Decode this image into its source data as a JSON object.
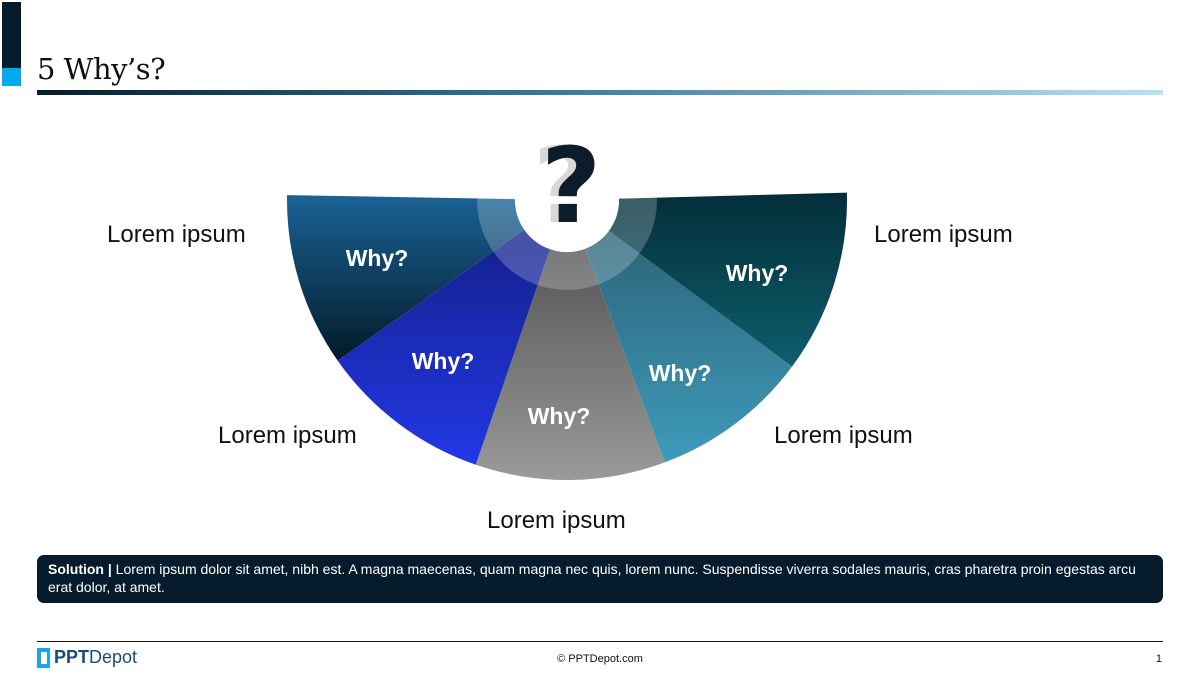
{
  "title": "5 Why’s?",
  "center_icon": "question-mark-icon",
  "segments": [
    {
      "label": "Why?",
      "caption": "Lorem ipsum",
      "color_a": "#1a6296",
      "color_b": "#031a28"
    },
    {
      "label": "Why?",
      "caption": "Lorem ipsum",
      "color_a": "#14208a",
      "color_b": "#2238e6"
    },
    {
      "label": "Why?",
      "caption": "Lorem ipsum",
      "color_a": "#555555",
      "color_b": "#9a9a9a"
    },
    {
      "label": "Why?",
      "caption": "Lorem ipsum",
      "color_a": "#2c6478",
      "color_b": "#3f9bbb"
    },
    {
      "label": "Why?",
      "caption": "Lorem ipsum",
      "color_a": "#032e3a",
      "color_b": "#0e5e6c"
    }
  ],
  "solution": {
    "heading": "Solution |",
    "text": " Lorem ipsum dolor sit amet, nibh est. A magna maecenas, quam magna nec quis, lorem nunc. Suspendisse viverra sodales mauris, cras pharetra proin egestas arcu erat dolor, at amet."
  },
  "footer": {
    "logo_bold": "PPT",
    "logo_rest": "Depot",
    "copyright": "© PPTDepot.com",
    "page": "1"
  }
}
